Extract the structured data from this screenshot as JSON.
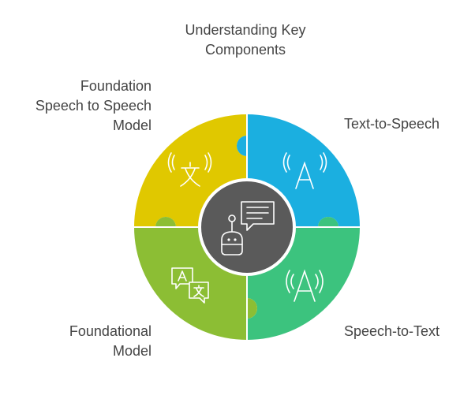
{
  "title": "Understanding Key\nComponents",
  "segments": [
    {
      "id": "top-left",
      "label": "Foundation\nSpeech to Speech\nModel",
      "color": "#E0C800",
      "icon": "translate-character-icon"
    },
    {
      "id": "top-right",
      "label": "Text-to-Speech",
      "color": "#1BAFE0",
      "icon": "letter-a-broadcast-icon"
    },
    {
      "id": "bottom-right",
      "label": "Speech-to-Text",
      "color": "#3CC37E",
      "icon": "letter-a-broadcast-icon"
    },
    {
      "id": "bottom-left",
      "label": "Foundational\nModel",
      "color": "#8CBE34",
      "icon": "translation-bubbles-icon"
    }
  ],
  "center": {
    "color": "#5A5A5A",
    "icon": "chatbot-icon"
  }
}
